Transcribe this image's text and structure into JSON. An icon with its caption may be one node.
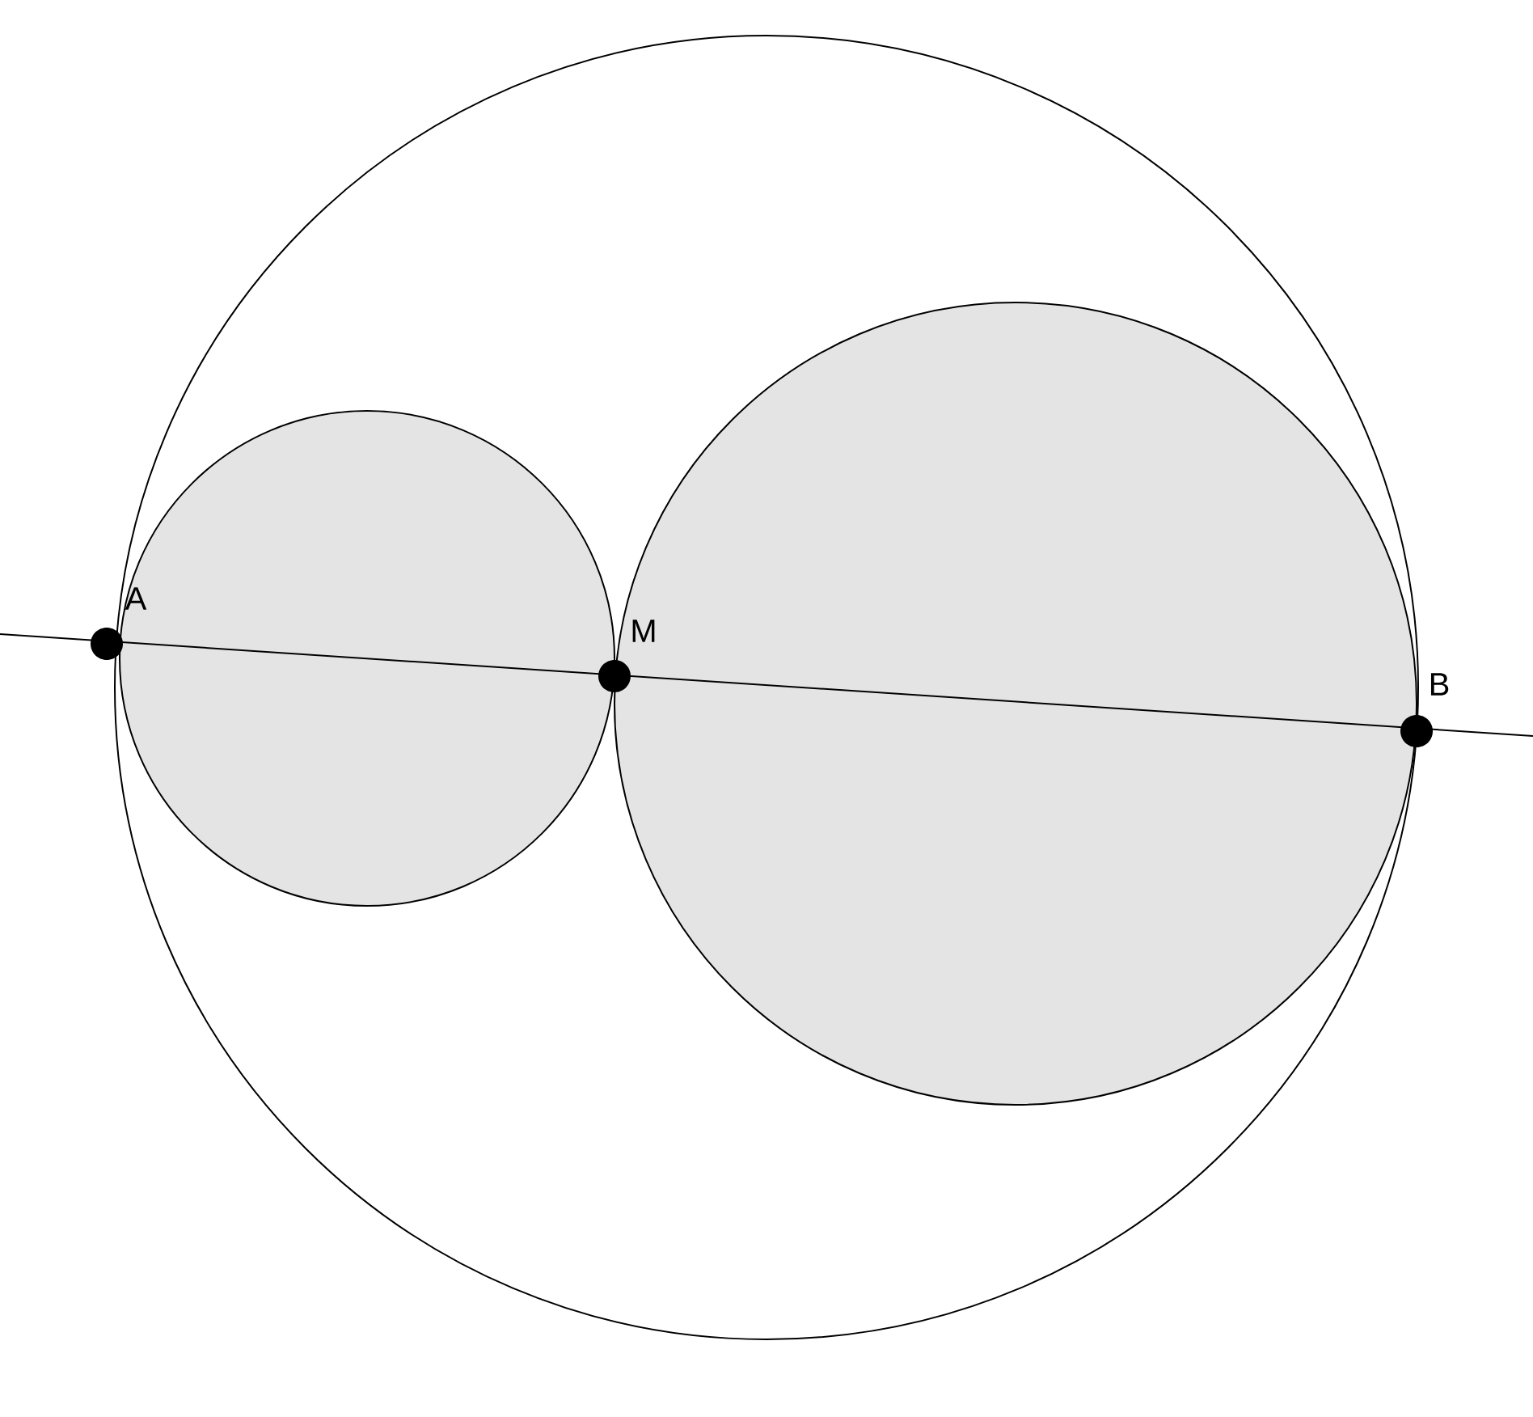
{
  "diagram": {
    "labels": [
      "A",
      "M",
      "B"
    ]
  }
}
